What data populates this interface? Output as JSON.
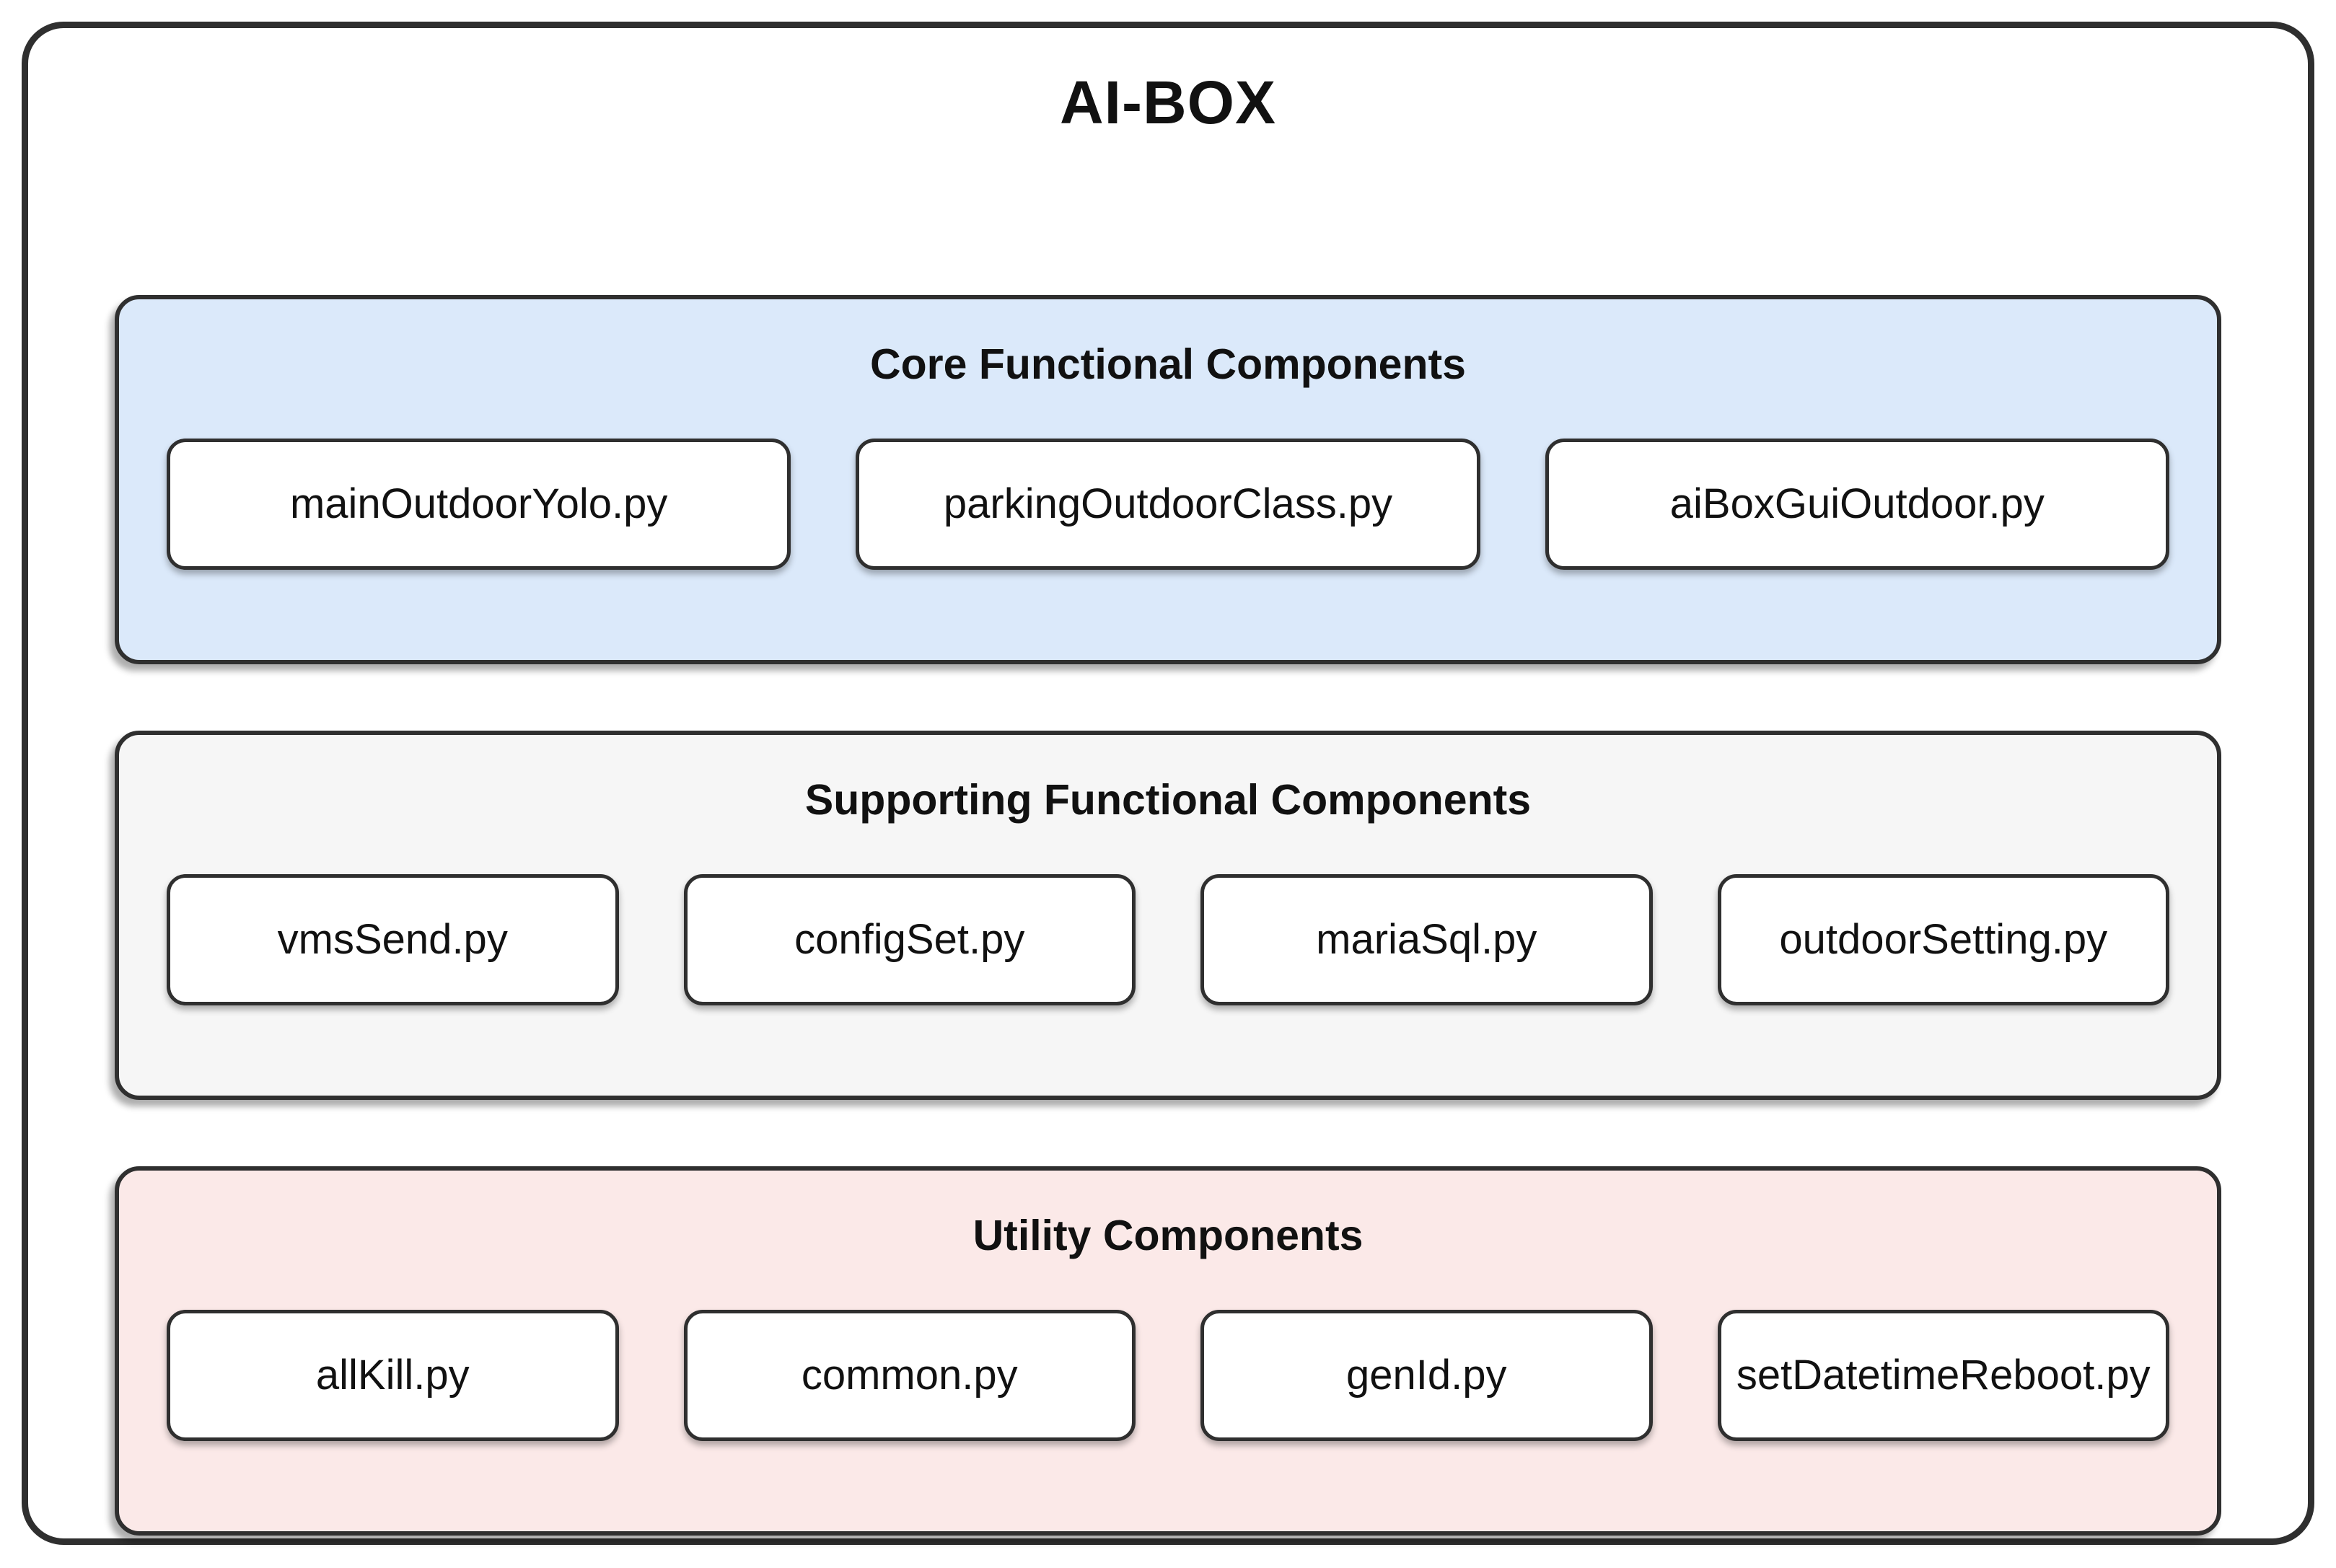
{
  "diagram": {
    "title": "AI-BOX",
    "sections": [
      {
        "label": "Core Functional Components",
        "bg": "#dbe9fa",
        "items": [
          "mainOutdoorYolo.py",
          "parkingOutdoorClass.py",
          "aiBoxGuiOutdoor.py"
        ]
      },
      {
        "label": "Supporting Functional Components",
        "bg": "#f6f6f6",
        "items": [
          "vmsSend.py",
          "configSet.py",
          "mariaSql.py",
          "outdoorSetting.py"
        ]
      },
      {
        "label": "Utility Components",
        "bg": "#fbe9e8",
        "items": [
          "allKill.py",
          "common.py",
          "genId.py",
          "setDatetimeReboot.py"
        ]
      }
    ],
    "colors": {
      "border": "#2f2f2f",
      "item_bg": "#ffffff",
      "text": "#111111"
    }
  }
}
